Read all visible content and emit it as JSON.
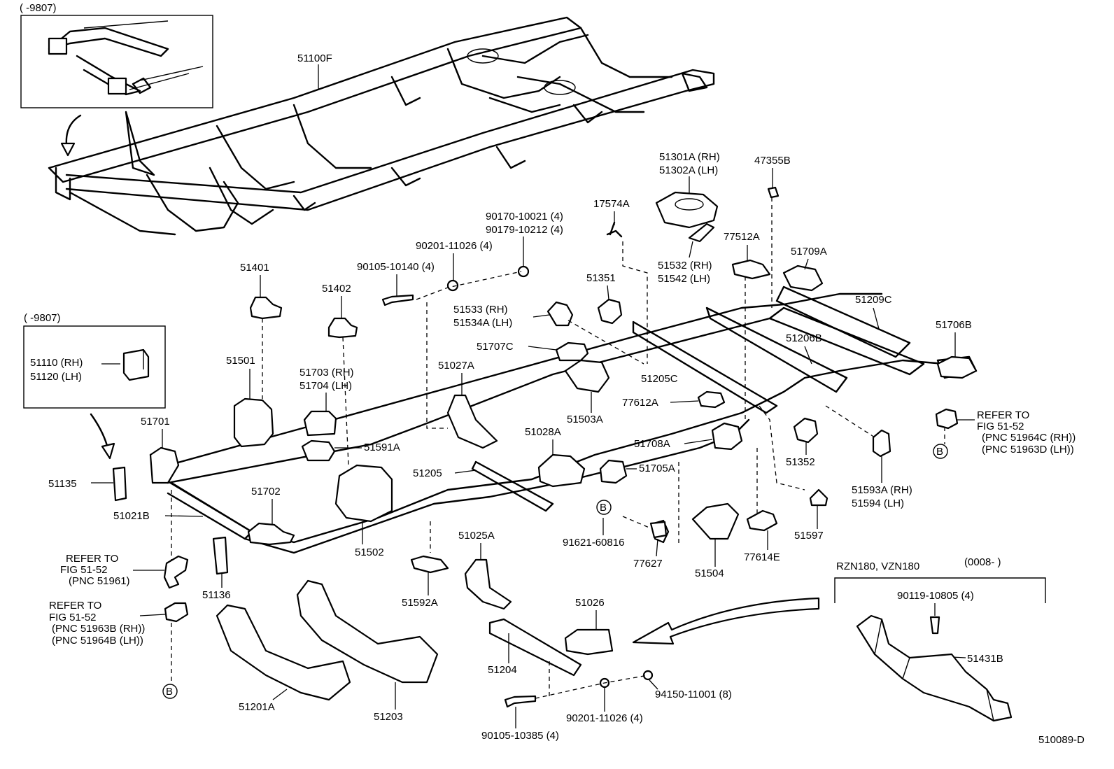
{
  "inset_top": {
    "range": "(       -9807)"
  },
  "inset_left": {
    "range": "(       -9807)",
    "labels": [
      "51110 (RH)",
      "51120 (LH)"
    ]
  },
  "inset_right": {
    "models": "RZN180, VZN180",
    "range": "(0008-          )",
    "labels": [
      "90119-10805 (4)",
      "51431B"
    ]
  },
  "diagram_code": "510089-D",
  "circle_marker": "B",
  "labels": {
    "l51100f": "51100F",
    "l51301a": "51301A (RH)",
    "l51302a": "51302A (LH)",
    "l47355b": "47355B",
    "l17574a": "17574A",
    "l90170": "90170-10021 (4)",
    "l90179": "90179-10212 (4)",
    "l90201a": "90201-11026 (4)",
    "l90105a": "90105-10140 (4)",
    "l51532": "51532 (RH)",
    "l51542": "51542 (LH)",
    "l77512a": "77512A",
    "l51709a": "51709A",
    "l51401": "51401",
    "l51402": "51402",
    "l51351": "51351",
    "l51533": "51533   (RH)",
    "l51534a": "51534A (LH)",
    "l51209c": "51209C",
    "l51206b": "51206B",
    "l51706b": "51706B",
    "l51707c": "51707C",
    "l51501": "51501",
    "l51703": "51703 (RH)",
    "l51704": "51704 (LH)",
    "l51027a": "51027A",
    "l51205c": "51205C",
    "l51503a": "51503A",
    "l77612a": "77612A",
    "l51701": "51701",
    "l51591a": "51591A",
    "l51028a": "51028A",
    "l51708a": "51708A",
    "l51352": "51352",
    "l51135": "51135",
    "l51205": "51205",
    "l51705a": "51705A",
    "l51593a": "51593A (RH)",
    "l51594": "51594   (LH)",
    "l51702": "51702",
    "l51021b": "51021B",
    "l51502": "51502",
    "l91621": "91621-60816",
    "l77627": "77627",
    "l77614e": "77614E",
    "l51597": "51597",
    "l51504": "51504",
    "l51025a": "51025A",
    "l51136": "51136",
    "l51592a": "51592A",
    "l51026": "51026",
    "l51204": "51204",
    "l51201a": "51201A",
    "l51203": "51203",
    "l94150": "94150-11001 (8)",
    "l90201b": "90201-11026 (4)",
    "l90105b": "90105-10385 (4)"
  },
  "refer_notes": {
    "right": [
      "REFER TO",
      "FIG 51-52",
      "(PNC  51964C (RH))",
      "(PNC  51963D (LH))"
    ],
    "left1": [
      "REFER TO",
      "FIG 51-52",
      "(PNC 51961)"
    ],
    "left2": [
      "REFER TO",
      "FIG 51-52",
      "(PNC  51963B (RH))",
      "(PNC  51964B (LH))"
    ]
  }
}
